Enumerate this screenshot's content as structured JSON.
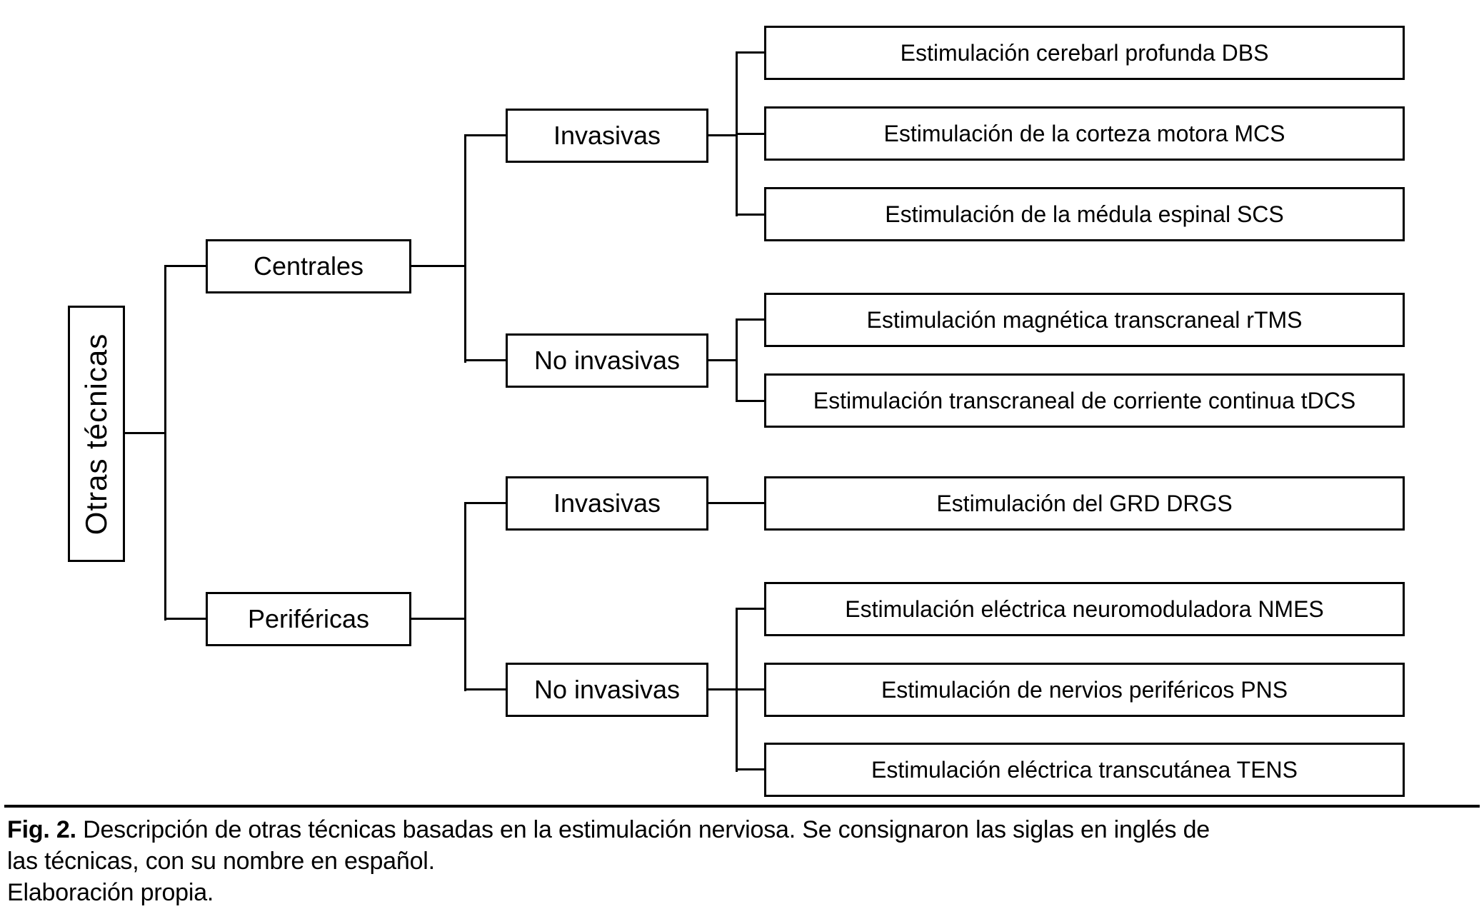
{
  "tree": {
    "root": "Otras técnicas",
    "branches": [
      {
        "label": "Centrales",
        "children": [
          {
            "label": "Invasivas",
            "children": [
              "Estimulación cerebarl profunda DBS",
              "Estimulación de la corteza motora MCS",
              "Estimulación de la médula espinal SCS"
            ]
          },
          {
            "label": "No invasivas",
            "children": [
              "Estimulación magnética transcraneal rTMS",
              "Estimulación transcraneal de corriente continua tDCS"
            ]
          }
        ]
      },
      {
        "label": "Periféricas",
        "children": [
          {
            "label": "Invasivas",
            "children": [
              "Estimulación del GRD DRGS"
            ]
          },
          {
            "label": "No invasivas",
            "children": [
              "Estimulación eléctrica neuromoduladora NMES",
              "Estimulación de nervios periféricos PNS",
              "Estimulación eléctrica transcutánea TENS"
            ]
          }
        ]
      }
    ]
  },
  "caption": {
    "fig_label": "Fig. 2.",
    "line1_rest": " Descripción de otras técnicas basadas en la estimulación nerviosa. Se consignaron las siglas en inglés de",
    "line2": "las técnicas, con su nombre en español.",
    "line3": "Elaboración propia."
  },
  "colors": {
    "border": "#000000",
    "line": "#000000",
    "background": "#ffffff",
    "text": "#000000"
  }
}
